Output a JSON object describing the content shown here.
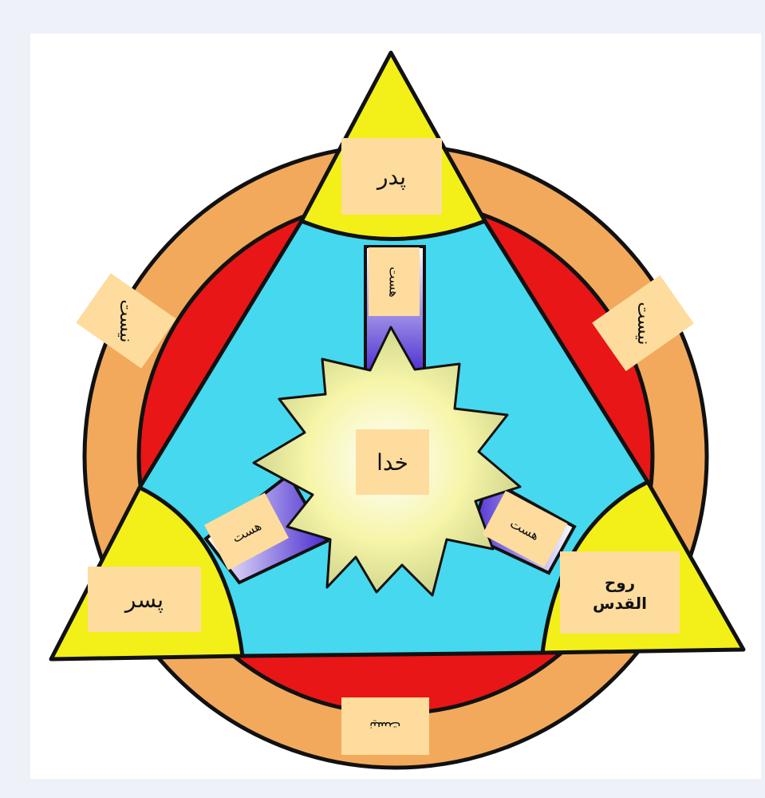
{
  "diagram": {
    "center": "خدا",
    "father": "پدر",
    "son": "پسر",
    "spirit": "روح القدس",
    "link_top": "هست",
    "link_left": "هست",
    "link_right": "هست",
    "edge_left": "نیست",
    "edge_right": "نیست",
    "edge_bottom": "نیست"
  },
  "colors": {
    "outer_ring": "#f2a95c",
    "red_ring": "#e81616",
    "inner_triangle": "#46d8ee",
    "corner_yellow": "#f2f018",
    "link_blue": "#5a3cd8",
    "star": "#f6f5a8",
    "label_box": "#fddc9e"
  }
}
